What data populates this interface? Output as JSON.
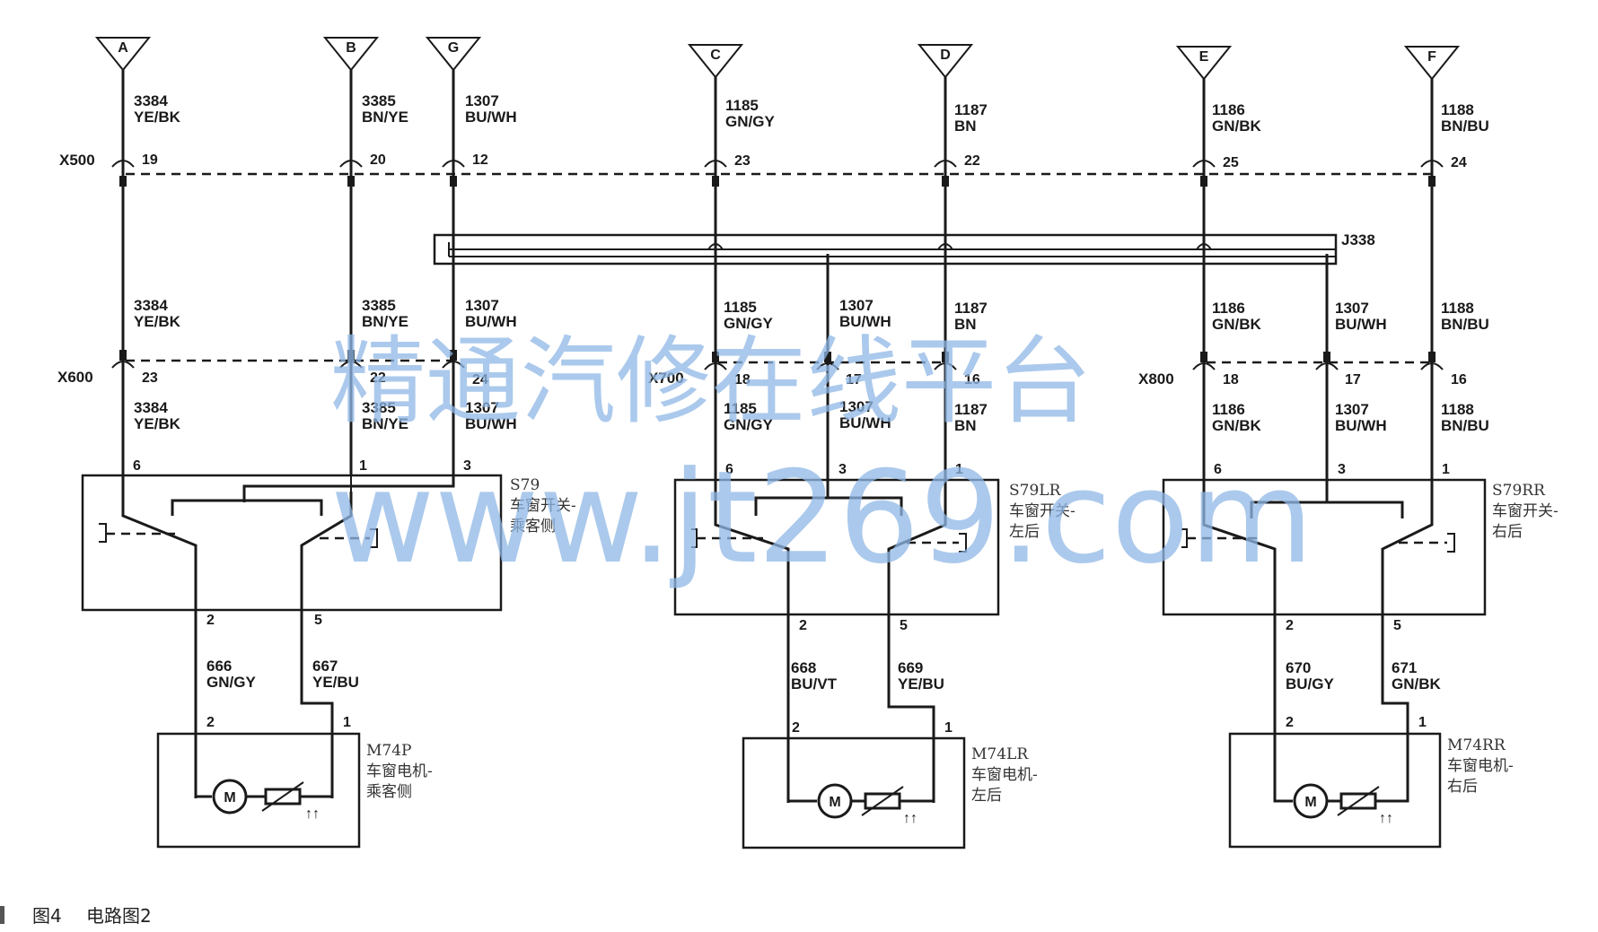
{
  "caption": {
    "figure": "图4",
    "title": "电路图2"
  },
  "watermark": {
    "line1": "精通汽修在线平台",
    "line2": "www.jt269.com",
    "color": "#8fb8e6"
  },
  "connectors": {
    "x500": "X500",
    "x600": "X600",
    "x700": "X700",
    "x800": "X800",
    "j338": "J338"
  },
  "terminals": [
    "A",
    "B",
    "G",
    "C",
    "D",
    "E",
    "F"
  ],
  "top_wires": [
    {
      "num": "3384",
      "color": "YE/BK",
      "pin": "19"
    },
    {
      "num": "3385",
      "color": "BN/YE",
      "pin": "20"
    },
    {
      "num": "1307",
      "color": "BU/WH",
      "pin": "12"
    },
    {
      "num": "1185",
      "color": "GN/GY",
      "pin": "23"
    },
    {
      "num": "1187",
      "color": "BN",
      "pin": "22"
    },
    {
      "num": "1186",
      "color": "GN/BK",
      "pin": "25"
    },
    {
      "num": "1188",
      "color": "BN/BU",
      "pin": "24"
    }
  ],
  "mid_wires": [
    {
      "num": "3384",
      "color": "YE/BK",
      "pin": "23"
    },
    {
      "num": "3385",
      "color": "BN/YE",
      "pin": "22"
    },
    {
      "num": "1307",
      "color": "BU/WH",
      "pin": "24"
    },
    {
      "num": "1185",
      "color": "GN/GY",
      "pin": "18"
    },
    {
      "num": "1307",
      "color": "BU/WH",
      "pin": "17"
    },
    {
      "num": "1187",
      "color": "BN",
      "pin": "16"
    },
    {
      "num": "1186",
      "color": "GN/BK",
      "pin": "18"
    },
    {
      "num": "1307",
      "color": "BU/WH",
      "pin": "17"
    },
    {
      "num": "1188",
      "color": "BN/BU",
      "pin": "16"
    }
  ],
  "low_wires": [
    {
      "num": "3384",
      "color": "YE/BK"
    },
    {
      "num": "3385",
      "color": "BN/YE"
    },
    {
      "num": "1307",
      "color": "BU/WH"
    },
    {
      "num": "1185",
      "color": "GN/GY"
    },
    {
      "num": "1307",
      "color": "BU/WH"
    },
    {
      "num": "1187",
      "color": "BN"
    },
    {
      "num": "1186",
      "color": "GN/BK"
    },
    {
      "num": "1307",
      "color": "BU/WH"
    },
    {
      "num": "1188",
      "color": "BN/BU"
    }
  ],
  "switches": [
    {
      "id": "S79",
      "line1": "车窗开关-",
      "line2": "乘客侧",
      "pins_top": [
        "6",
        "1",
        "3"
      ],
      "pins_bottom": [
        "2",
        "5"
      ]
    },
    {
      "id": "S79LR",
      "line1": "车窗开关-",
      "line2": "左后",
      "pins_top": [
        "6",
        "3",
        "1"
      ],
      "pins_bottom": [
        "2",
        "5"
      ]
    },
    {
      "id": "S79RR",
      "line1": "车窗开关-",
      "line2": "右后",
      "pins_top": [
        "6",
        "3",
        "1"
      ],
      "pins_bottom": [
        "2",
        "5"
      ]
    }
  ],
  "motor_wires": [
    {
      "num": "666",
      "color": "GN/GY"
    },
    {
      "num": "667",
      "color": "YE/BU"
    },
    {
      "num": "668",
      "color": "BU/VT"
    },
    {
      "num": "669",
      "color": "YE/BU"
    },
    {
      "num": "670",
      "color": "BU/GY"
    },
    {
      "num": "671",
      "color": "GN/BK"
    }
  ],
  "motors": [
    {
      "id": "M74P",
      "line1": "车窗电机-",
      "line2": "乘客侧",
      "pins": [
        "2",
        "1"
      ],
      "symbol": "M"
    },
    {
      "id": "M74LR",
      "line1": "车窗电机-",
      "line2": "左后",
      "pins": [
        "2",
        "1"
      ],
      "symbol": "M"
    },
    {
      "id": "M74RR",
      "line1": "车窗电机-",
      "line2": "右后",
      "pins": [
        "2",
        "1"
      ],
      "symbol": "M"
    }
  ]
}
